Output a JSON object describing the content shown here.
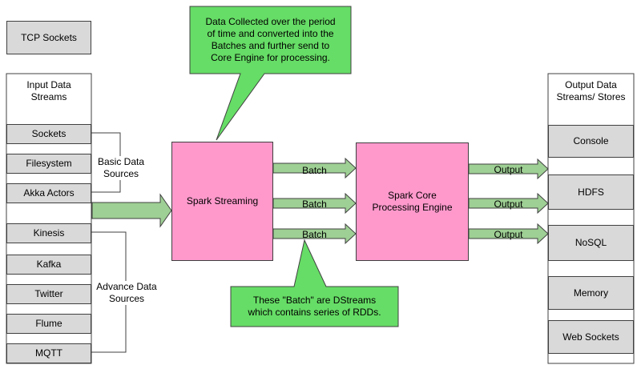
{
  "colors": {
    "source_fill": "#d9d9d9",
    "engine_fill": "#ff99cc",
    "callout_fill": "#66dd66",
    "arrow_fill": "#9ecf94",
    "stroke": "#404040"
  },
  "tcp_sockets": "TCP Sockets",
  "input": {
    "header": [
      "Input Data",
      "Streams"
    ],
    "items": [
      "Sockets",
      "Filesystem",
      "Akka Actors",
      "Kinesis",
      "Kafka",
      "Twitter",
      "Flume",
      "MQTT"
    ]
  },
  "groups": {
    "basic": [
      "Basic Data",
      "Sources"
    ],
    "advance": [
      "Advance Data",
      "Sources"
    ]
  },
  "spark_streaming": "Spark Streaming",
  "core_engine": [
    "Spark Core",
    "Processing Engine"
  ],
  "batch_labels": [
    "Batch",
    "Batch",
    "Batch"
  ],
  "output_labels": [
    "Output",
    "Output",
    "Output"
  ],
  "output": {
    "header": [
      "Output Data",
      "Streams/ Stores"
    ],
    "items": [
      "Console",
      "HDFS",
      "NoSQL",
      "Memory",
      "Web Sockets"
    ]
  },
  "callout_top": [
    "Data Collected over the period",
    "of time and converted into the",
    "Batches and further send to",
    "Core Engine for processing."
  ],
  "callout_bottom": [
    "These \"Batch\" are DStreams",
    "which contains series of RDDs."
  ]
}
